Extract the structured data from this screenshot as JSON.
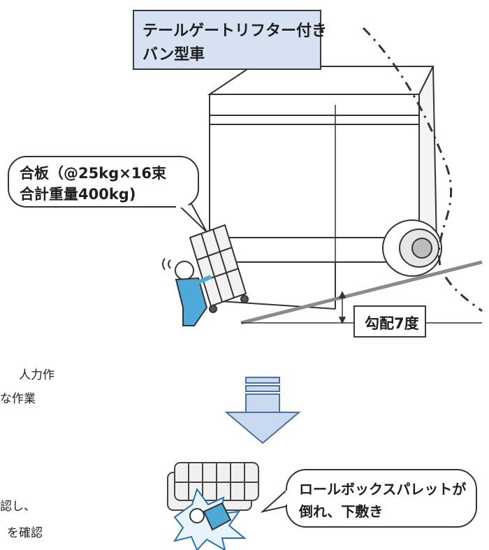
{
  "title_box": {
    "line1": "テールゲートリフター付き",
    "line2": "バン型車"
  },
  "load_callout": {
    "line1": "合板（@25kg×16束",
    "line2": "合計重量400kg)"
  },
  "slope_label": "勾配7度",
  "accident_callout": {
    "line1": "ロールボックスパレットが",
    "line2": "倒れ、下敷き"
  },
  "cut_text": [
    "人力作",
    "な作業",
    "認し、",
    "を確認"
  ],
  "colors": {
    "title_fill": "#d6e2f2",
    "arrow_fill": "#c9daf0",
    "worker_fill": "#4fa9d8",
    "ground": "#8a8a8a"
  }
}
